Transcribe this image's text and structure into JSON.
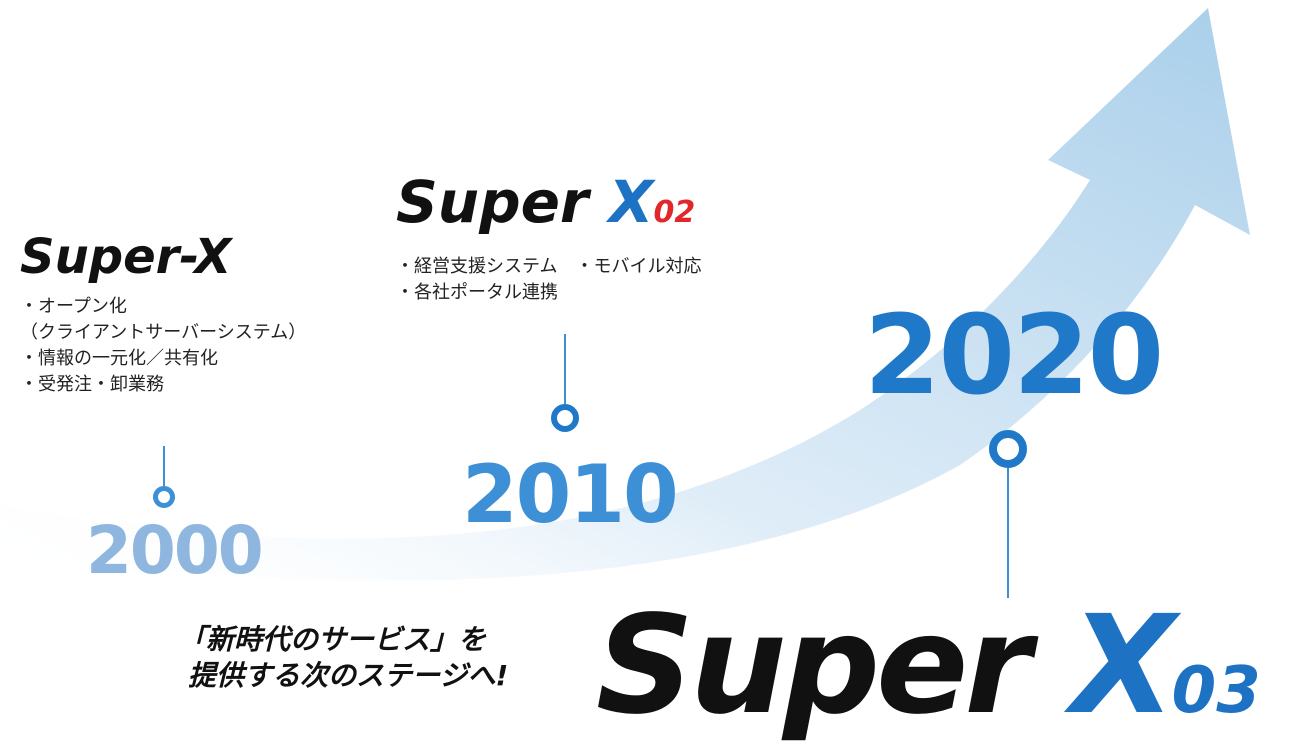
{
  "colors": {
    "year_2000": "#8fb6df",
    "year_2010": "#3d8fd6",
    "year_2020": "#1f78c8",
    "arrow": "#b9d8ef",
    "logo_accent_blue": "#1d72c4",
    "logo_accent_gold": "#e2c24a",
    "logo_red": "#e3262a",
    "text": "#111111"
  },
  "milestones": [
    {
      "year": "2000",
      "logo": {
        "word": "Super",
        "mark": "-X",
        "suffix": ""
      },
      "features": [
        "・オープン化",
        "（クライアントサーバーシステム）",
        "・情報の一元化／共有化",
        "・受発注・卸業務"
      ]
    },
    {
      "year": "2010",
      "logo": {
        "word": "Super",
        "mark": "X",
        "suffix": "02"
      },
      "features": [
        "・経営支援システム　・モバイル対応",
        "・各社ポータル連携"
      ]
    },
    {
      "year": "2020",
      "logo": {
        "word": "Super",
        "mark": "X",
        "suffix": "03"
      },
      "features": []
    }
  ],
  "tagline": {
    "line1": "「新時代のサービス」を",
    "line2": "提供する次のステージへ!"
  },
  "icons": [
    "growth-arrow-icon",
    "timeline-dot-icon",
    "x-mark-icon"
  ]
}
